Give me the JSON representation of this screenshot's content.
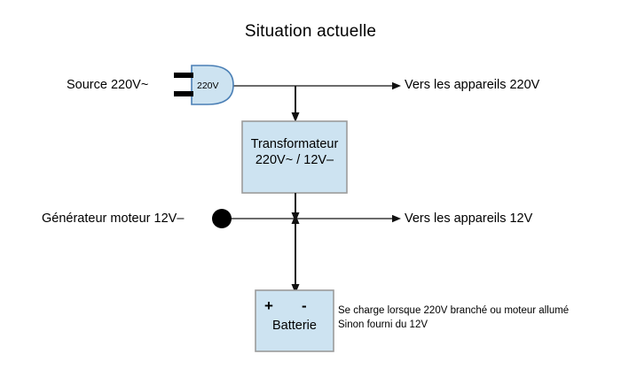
{
  "diagram": {
    "title": "Situation actuelle",
    "type": "electrical-block-diagram",
    "colors": {
      "box_fill": "#cde3f1",
      "box_border": "#9b9b9b",
      "plug_fill": "#cde3f1",
      "plug_border": "#4a7fb5",
      "line_220v": "#6b6b6b",
      "line_12v": "#6b6b6b",
      "line_vertical": "#1a1a1a",
      "node_fill": "#000000",
      "text": "#000000",
      "background": "#ffffff"
    },
    "nodes": {
      "source": {
        "label": "Source 220V~",
        "plug_text": "220V"
      },
      "transformer": {
        "line1": "Transformateur",
        "line2": "220V~ / 12V–"
      },
      "generator": {
        "label": "Générateur moteur 12V–"
      },
      "battery": {
        "plus": "+",
        "minus": "-",
        "name": "Batterie"
      },
      "output_220v": {
        "label": "Vers les appareils 220V"
      },
      "output_12v": {
        "label": "Vers les appareils 12V"
      }
    },
    "notes": {
      "battery_note_line1": "Se charge lorsque 220V branché ou moteur allumé",
      "battery_note_line2": "Sinon fourni du 12V"
    }
  }
}
